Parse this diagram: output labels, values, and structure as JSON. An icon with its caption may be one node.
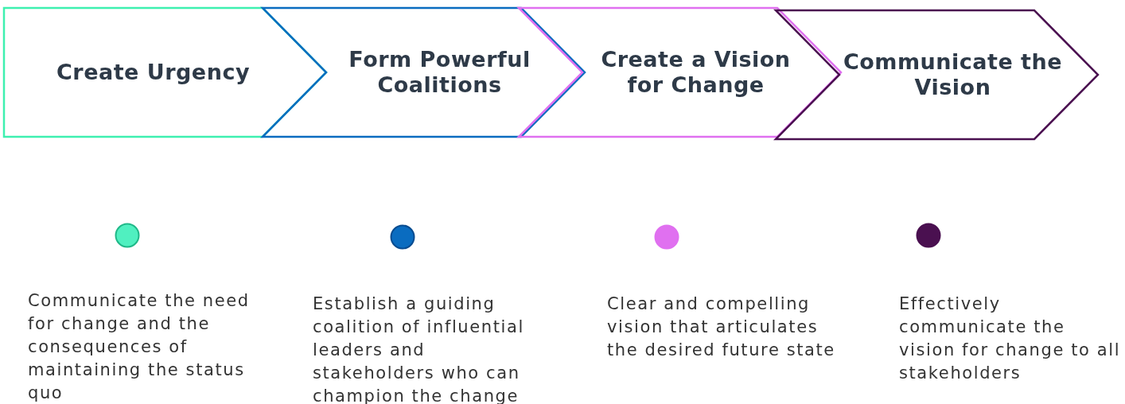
{
  "diagram": {
    "nodes": [
      {
        "text": [
          "Create Urgency"
        ]
      },
      {
        "text": [
          "Form Powerful Coalitions"
        ]
      },
      {
        "text": [
          "Create a Vision for Change"
        ]
      },
      {
        "text": [
          "Communicate the Vision"
        ]
      }
    ],
    "labels": [
      "Communicate the need for change and the consequences of maintaining the status quo",
      "Establish a guiding coalition of influential leaders and stakeholders who can champion the change",
      "Clear and compelling vision that articulates the desired future state",
      "Effectively communicate the vision for change to all stakeholders"
    ]
  }
}
